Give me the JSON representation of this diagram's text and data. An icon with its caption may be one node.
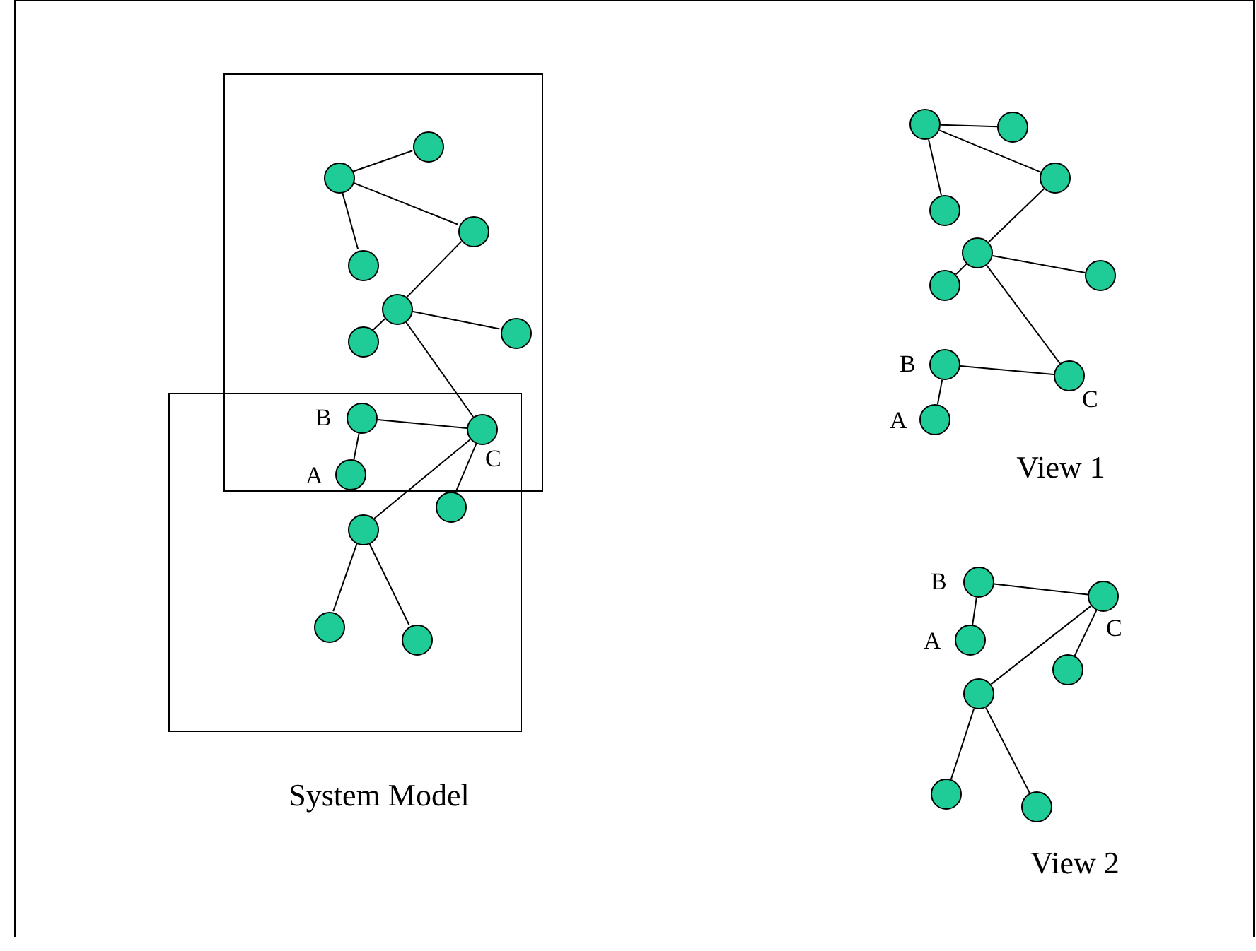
{
  "diagram": {
    "nodes": [
      {
        "text": [],
        "shape": "box"
      },
      {
        "text": [],
        "shape": "box"
      },
      {
        "text": [],
        "shape": "circle",
        "in": 0
      },
      {
        "text": [],
        "shape": "circle",
        "in": 0
      },
      {
        "text": [],
        "shape": "circle",
        "in": 0
      },
      {
        "text": [],
        "shape": "circle",
        "in": 0
      },
      {
        "text": [],
        "shape": "circle",
        "in": 0
      },
      {
        "text": [],
        "shape": "circle",
        "in": 0
      },
      {
        "text": [],
        "shape": "circle",
        "in": 0
      },
      {
        "text": [],
        "shape": "circle",
        "beside": [
          "B"
        ]
      },
      {
        "text": [],
        "shape": "circle",
        "beside": [
          "C"
        ]
      },
      {
        "text": [],
        "shape": "circle",
        "beside": [
          "A"
        ]
      },
      {
        "text": [],
        "shape": "circle",
        "in": 1
      },
      {
        "text": [],
        "shape": "circle",
        "in": 1
      },
      {
        "text": [],
        "shape": "circle",
        "in": 1
      },
      {
        "text": [],
        "shape": "circle",
        "in": 1
      },
      {
        "text": [],
        "shape": "circle"
      },
      {
        "text": [],
        "shape": "circle"
      },
      {
        "text": [],
        "shape": "circle"
      },
      {
        "text": [],
        "shape": "circle"
      },
      {
        "text": [],
        "shape": "circle"
      },
      {
        "text": [],
        "shape": "circle"
      },
      {
        "text": [],
        "shape": "circle"
      },
      {
        "text": [],
        "shape": "circle",
        "beside": [
          "B"
        ]
      },
      {
        "text": [],
        "shape": "circle",
        "beside": [
          "C"
        ]
      },
      {
        "text": [],
        "shape": "circle",
        "beside": [
          "A"
        ]
      },
      {
        "text": [],
        "shape": "circle",
        "beside": [
          "B"
        ]
      },
      {
        "text": [],
        "shape": "circle",
        "beside": [
          "C"
        ]
      },
      {
        "text": [],
        "shape": "circle",
        "beside": [
          "A"
        ]
      },
      {
        "text": [],
        "shape": "circle"
      },
      {
        "text": [],
        "shape": "circle"
      },
      {
        "text": [],
        "shape": "circle"
      },
      {
        "text": [],
        "shape": "circle"
      }
    ],
    "edges": [
      {
        "from": 3,
        "to": 2,
        "arrow": "none"
      },
      {
        "from": 3,
        "to": 5,
        "arrow": "none"
      },
      {
        "from": 3,
        "to": 4,
        "arrow": "none"
      },
      {
        "from": 4,
        "to": 6,
        "arrow": "none"
      },
      {
        "from": 6,
        "to": 7,
        "arrow": "none"
      },
      {
        "from": 6,
        "to": 8,
        "arrow": "none"
      },
      {
        "from": 6,
        "to": 10,
        "arrow": "none"
      },
      {
        "from": 9,
        "to": 10,
        "arrow": "none"
      },
      {
        "from": 9,
        "to": 11,
        "arrow": "none"
      },
      {
        "from": 10,
        "to": 12,
        "arrow": "none"
      },
      {
        "from": 10,
        "to": 13,
        "arrow": "none"
      },
      {
        "from": 13,
        "to": 14,
        "arrow": "none"
      },
      {
        "from": 13,
        "to": 15,
        "arrow": "none"
      },
      {
        "from": 16,
        "to": 17,
        "arrow": "none"
      },
      {
        "from": 16,
        "to": 19,
        "arrow": "none"
      },
      {
        "from": 16,
        "to": 18,
        "arrow": "none"
      },
      {
        "from": 18,
        "to": 20,
        "arrow": "none"
      },
      {
        "from": 20,
        "to": 21,
        "arrow": "none"
      },
      {
        "from": 20,
        "to": 22,
        "arrow": "none"
      },
      {
        "from": 20,
        "to": 24,
        "arrow": "none"
      },
      {
        "from": 23,
        "to": 24,
        "arrow": "none"
      },
      {
        "from": 23,
        "to": 25,
        "arrow": "none"
      },
      {
        "from": 26,
        "to": 27,
        "arrow": "none"
      },
      {
        "from": 26,
        "to": 28,
        "arrow": "none"
      },
      {
        "from": 27,
        "to": 29,
        "arrow": "none"
      },
      {
        "from": 27,
        "to": 30,
        "arrow": "none"
      },
      {
        "from": 30,
        "to": 31,
        "arrow": "none"
      },
      {
        "from": 30,
        "to": 32,
        "arrow": "none"
      }
    ],
    "labels": [
      "View 1",
      "System Model",
      "View 2"
    ]
  }
}
